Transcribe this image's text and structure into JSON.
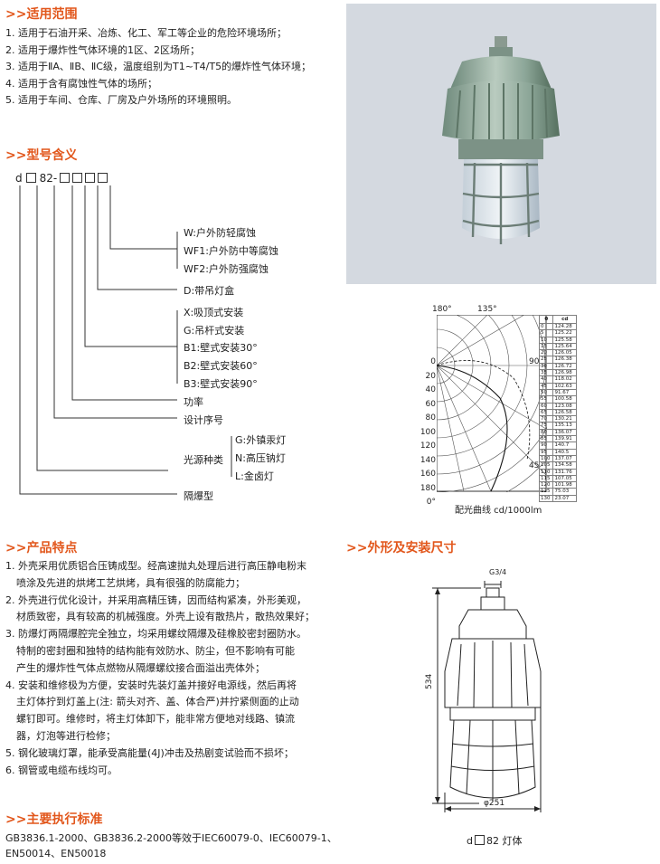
{
  "scope": {
    "title": ">>适用范围",
    "items": [
      "1. 适用于石油开采、冶炼、化工、军工等企业的危险环境场所；",
      "2. 适用于爆炸性气体环境的1区、2区场所；",
      "3. 适用于ⅡA、ⅡB、ⅡC级，温度组别为T1~T4/T5的爆炸性气体环境；",
      "4. 适用于含有腐蚀性气体的场所；",
      "5. 适用于车间、仓库、厂房及户外场所的环境照明。"
    ]
  },
  "model": {
    "title": ">>型号含义",
    "code_prefix": "d",
    "code_mid": "82-",
    "labels": {
      "w": "W:户外防轻腐蚀",
      "wf1": "WF1:户外防中等腐蚀",
      "wf2": "WF2:户外防强腐蚀",
      "d": "D:带吊灯盒",
      "x": "X:吸顶式安装",
      "g": "G:吊杆式安装",
      "b1": "B1:壁式安装30°",
      "b2": "B2:壁式安装60°",
      "b3": "B3:壁式安装90°",
      "power": "功率",
      "serial": "设计序号",
      "source": "光源种类",
      "src_g": "G:外镇汞灯",
      "src_n": "N:高压钠灯",
      "src_l": "L:金卤灯",
      "explosion": "隔爆型"
    }
  },
  "polar": {
    "top_labels": [
      "180°",
      "135°"
    ],
    "left_labels": [
      "0",
      "20",
      "40",
      "60",
      "80",
      "100",
      "120",
      "140",
      "160",
      "180",
      "0°"
    ],
    "angle_90": "90",
    "angle_45": "45",
    "caption": "配光曲线  cd/1000lm",
    "table_headers": [
      "θ",
      "cd"
    ],
    "table_rows": [
      [
        "0",
        "124.28"
      ],
      [
        "5",
        "125.22"
      ],
      [
        "10",
        "125.58"
      ],
      [
        "15",
        "125.64"
      ],
      [
        "20",
        "126.05"
      ],
      [
        "25",
        "126.38"
      ],
      [
        "30",
        "126.72"
      ],
      [
        "35",
        "126.98"
      ],
      [
        "40",
        "118.02"
      ],
      [
        "45",
        "102.63"
      ],
      [
        "50",
        "91.67"
      ],
      [
        "55",
        "100.58"
      ],
      [
        "60",
        "123.08"
      ],
      [
        "65",
        "126.58"
      ],
      [
        "70",
        "130.21"
      ],
      [
        "75",
        "135.13"
      ],
      [
        "80",
        "136.07"
      ],
      [
        "85",
        "139.91"
      ],
      [
        "90",
        "140.7"
      ],
      [
        "95",
        "140.5"
      ],
      [
        "100",
        "137.07"
      ],
      [
        "105",
        "134.58"
      ],
      [
        "110",
        "131.76"
      ],
      [
        "115",
        "107.05"
      ],
      [
        "120",
        "101.98"
      ],
      [
        "125",
        "75.03"
      ],
      [
        "130",
        "23.07"
      ]
    ]
  },
  "features": {
    "title": ">>产品特点",
    "lines": [
      "1. 外壳采用优质铝合压铸成型。经高速抛丸处理后进行高压静电粉末",
      "喷涂及先进的烘烤工艺烘烤，具有很强的防腐能力；",
      "2. 外壳进行优化设计，并采用高精压铸，因而结构紧凑，外形美观，",
      "材质致密，具有较高的机械强度。外壳上设有散热片，散热效果好；",
      "3. 防爆灯两隔爆腔完全独立，均采用螺纹隔爆及硅橡胶密封圈防水。",
      "特制的密封圈和独特的结构能有效防水、防尘，但不影响有可能",
      "产生的爆炸性气体点燃物从隔爆螺纹接合面溢出壳体外；",
      "4. 安装和维修极为方便，安装时先装灯盖并接好电源线，然后再将",
      "主灯体拧到灯盖上(注: 箭头对齐、盖、体合严)并拧紧侧面的止动",
      "螺钉即可。维修时，将主灯体卸下，能非常方便地对线路、镇流",
      "器，灯泡等进行检修；",
      "5. 钢化玻璃灯罩，能承受高能量(4J)冲击及热剧变试验而不损坏；",
      "6. 钢管或电缆布线均可。"
    ],
    "continuation": [
      false,
      true,
      false,
      true,
      false,
      true,
      true,
      false,
      true,
      true,
      true,
      false,
      false
    ]
  },
  "standards": {
    "title": ">>主要执行标准",
    "lines": [
      "GB3836.1-2000、GB3836.2-2000等效于IEC60079-0、IEC60079-1、",
      "EN50014、EN50018"
    ]
  },
  "dimensions": {
    "title": ">>外形及安装尺寸",
    "thread": "G3/4",
    "height": "534",
    "width": "φ251",
    "caption_prefix": "d",
    "caption_suffix": "82 灯体"
  }
}
